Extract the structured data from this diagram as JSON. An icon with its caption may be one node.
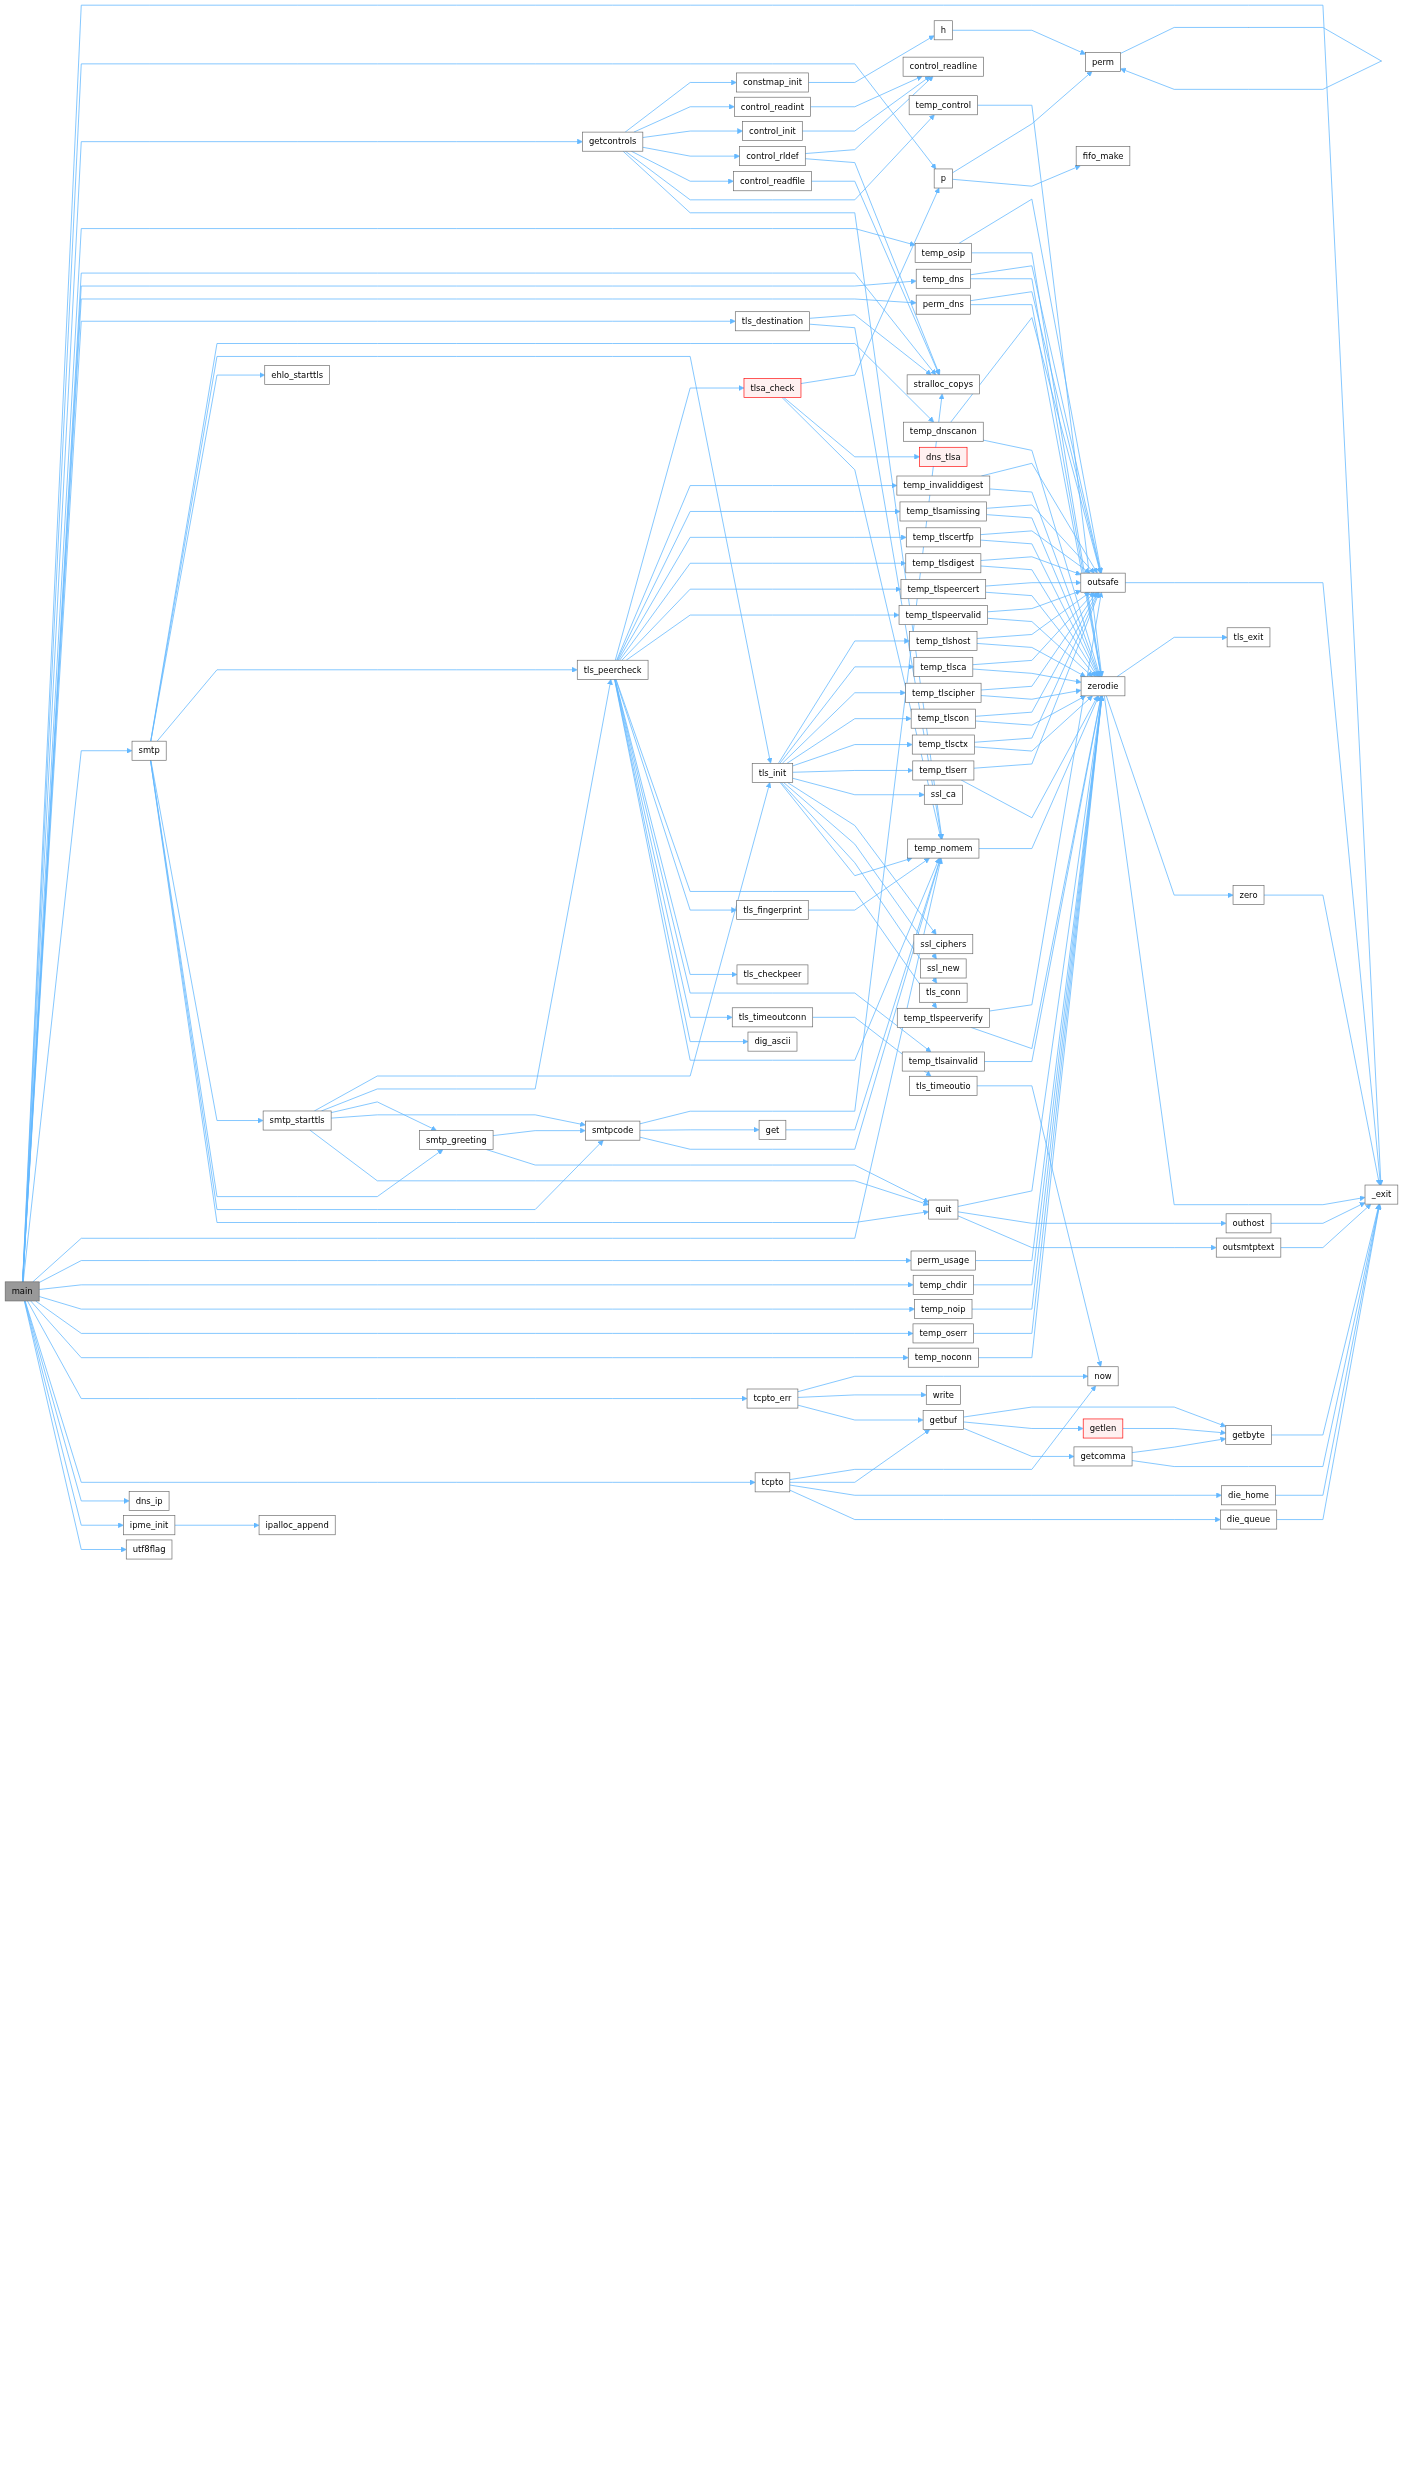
{
  "diagram": {
    "nodes": [
      {
        "text": [
          "main"
        ]
      },
      {
        "text": [
          "getcontrols"
        ]
      },
      {
        "text": [
          "smtp"
        ]
      },
      {
        "text": [
          "ehlo_starttls"
        ]
      },
      {
        "text": [
          "smtp_starttls"
        ]
      },
      {
        "text": [
          "perm_usage"
        ]
      },
      {
        "text": [
          "temp_chdir"
        ]
      },
      {
        "text": [
          "temp_noip"
        ]
      },
      {
        "text": [
          "temp_oserr"
        ]
      },
      {
        "text": [
          "temp_noconn"
        ]
      },
      {
        "text": [
          "dns_ip"
        ]
      },
      {
        "text": [
          "ipme_init"
        ]
      },
      {
        "text": [
          "utf8flag"
        ]
      },
      {
        "text": [
          "constmap_init"
        ]
      },
      {
        "text": [
          "control_readint"
        ]
      },
      {
        "text": [
          "control_init"
        ]
      },
      {
        "text": [
          "control_rldef"
        ]
      },
      {
        "text": [
          "control_readfile"
        ]
      },
      {
        "text": [
          "tls_destination"
        ]
      },
      {
        "text": [
          "tls_peercheck"
        ]
      },
      {
        "text": [
          "temp_control"
        ]
      },
      {
        "text": [
          "smtp_greeting"
        ]
      },
      {
        "text": [
          "smtpcode"
        ]
      },
      {
        "text": [
          "quit"
        ]
      },
      {
        "text": [
          "ipalloc_append"
        ]
      },
      {
        "text": [
          "h"
        ]
      },
      {
        "text": [
          "control_readline"
        ]
      },
      {
        "text": [
          "stralloc_copys"
        ]
      },
      {
        "text": [
          "p"
        ]
      },
      {
        "text": [
          "tls_init"
        ]
      },
      {
        "text": [
          "tlsa_check"
        ]
      },
      {
        "text": [
          "tls_fingerprint"
        ]
      },
      {
        "text": [
          "tls_checkpeer"
        ]
      },
      {
        "text": [
          "temp_tlsainvalid"
        ]
      },
      {
        "text": [
          "get"
        ]
      },
      {
        "text": [
          "tcpto_err"
        ]
      },
      {
        "text": [
          "tcpto"
        ]
      },
      {
        "text": [
          "perm"
        ]
      },
      {
        "text": [
          "fifo_make"
        ]
      },
      {
        "text": [
          "temp_osip"
        ]
      },
      {
        "text": [
          "temp_dns"
        ]
      },
      {
        "text": [
          "perm_dns"
        ]
      },
      {
        "text": [
          "temp_dnscanon"
        ]
      },
      {
        "text": [
          "temp_tlshost"
        ]
      },
      {
        "text": [
          "temp_tlsca"
        ]
      },
      {
        "text": [
          "temp_tlscipher"
        ]
      },
      {
        "text": [
          "temp_tlscon"
        ]
      },
      {
        "text": [
          "temp_tlsctx"
        ]
      },
      {
        "text": [
          "temp_tlserr"
        ]
      },
      {
        "text": [
          "ssl_ca"
        ]
      },
      {
        "text": [
          "ssl_ciphers"
        ]
      },
      {
        "text": [
          "ssl_new"
        ]
      },
      {
        "text": [
          "tls_conn"
        ]
      },
      {
        "text": [
          "temp_invaliddigest"
        ]
      },
      {
        "text": [
          "temp_tlsamissing"
        ]
      },
      {
        "text": [
          "temp_tlscertfp"
        ]
      },
      {
        "text": [
          "dns_tlsa"
        ]
      },
      {
        "text": [
          "temp_tlsdigest"
        ]
      },
      {
        "text": [
          "temp_tlspeercert"
        ]
      },
      {
        "text": [
          "temp_tlspeervalid"
        ]
      },
      {
        "text": [
          "temp_tlspeerverify"
        ]
      },
      {
        "text": [
          "tls_timeoutconn"
        ]
      },
      {
        "text": [
          "dig_ascii"
        ]
      },
      {
        "text": [
          "temp_nomem"
        ]
      },
      {
        "text": [
          "write"
        ]
      },
      {
        "text": [
          "getbuf"
        ]
      },
      {
        "text": [
          "tls_timeoutio"
        ]
      },
      {
        "text": [
          "getlen"
        ]
      },
      {
        "text": [
          "getcomma"
        ]
      },
      {
        "text": [
          "outsafe"
        ]
      },
      {
        "text": [
          "zerodie"
        ]
      },
      {
        "text": [
          "outhost"
        ]
      },
      {
        "text": [
          "outsmtptext"
        ]
      },
      {
        "text": [
          "now"
        ]
      },
      {
        "text": [
          "getbyte"
        ]
      },
      {
        "text": [
          "die_home"
        ]
      },
      {
        "text": [
          "die_queue"
        ]
      },
      {
        "text": [
          "tls_exit"
        ]
      },
      {
        "text": [
          "zero"
        ]
      },
      {
        "text": [
          "_exit"
        ]
      }
    ],
    "edges": [
      {
        "from": 0,
        "to": 79,
        "arrow": "to"
      },
      {
        "from": 0,
        "to": 28,
        "arrow": "to"
      },
      {
        "from": 0,
        "to": 1,
        "arrow": "to"
      },
      {
        "from": 0,
        "to": 39,
        "arrow": "to"
      },
      {
        "from": 0,
        "to": 27,
        "arrow": "to"
      },
      {
        "from": 0,
        "to": 40,
        "arrow": "to"
      },
      {
        "from": 0,
        "to": 41,
        "arrow": "to"
      },
      {
        "from": 0,
        "to": 18,
        "arrow": "to"
      },
      {
        "from": 0,
        "to": 2,
        "arrow": "to"
      },
      {
        "from": 0,
        "to": 63,
        "arrow": "to"
      },
      {
        "from": 0,
        "to": 5,
        "arrow": "to"
      },
      {
        "from": 0,
        "to": 6,
        "arrow": "to"
      },
      {
        "from": 0,
        "to": 7,
        "arrow": "to"
      },
      {
        "from": 0,
        "to": 8,
        "arrow": "to"
      },
      {
        "from": 0,
        "to": 9,
        "arrow": "to"
      },
      {
        "from": 0,
        "to": 35,
        "arrow": "to"
      },
      {
        "from": 0,
        "to": 36,
        "arrow": "to"
      },
      {
        "from": 0,
        "to": 10,
        "arrow": "to"
      },
      {
        "from": 0,
        "to": 11,
        "arrow": "to"
      },
      {
        "from": 0,
        "to": 12,
        "arrow": "to"
      },
      {
        "from": 1,
        "to": 13,
        "arrow": "to"
      },
      {
        "from": 1,
        "to": 14,
        "arrow": "to"
      },
      {
        "from": 1,
        "to": 15,
        "arrow": "to"
      },
      {
        "from": 1,
        "to": 16,
        "arrow": "to"
      },
      {
        "from": 1,
        "to": 17,
        "arrow": "to"
      },
      {
        "from": 1,
        "to": 20,
        "arrow": "to"
      },
      {
        "from": 1,
        "to": 63,
        "arrow": "to"
      },
      {
        "from": 13,
        "to": 25,
        "arrow": "to"
      },
      {
        "from": 25,
        "to": 37,
        "arrow": "to"
      },
      {
        "from": 37,
        "to": 37,
        "arrow": "to"
      },
      {
        "from": 28,
        "to": 37,
        "arrow": "to"
      },
      {
        "from": 28,
        "to": 38,
        "arrow": "to"
      },
      {
        "from": 14,
        "to": 26,
        "arrow": "to"
      },
      {
        "from": 15,
        "to": 26,
        "arrow": "to"
      },
      {
        "from": 16,
        "to": 26,
        "arrow": "to"
      },
      {
        "from": 16,
        "to": 27,
        "arrow": "to"
      },
      {
        "from": 17,
        "to": 27,
        "arrow": "to"
      },
      {
        "from": 18,
        "to": 27,
        "arrow": "to"
      },
      {
        "from": 18,
        "to": 63,
        "arrow": "to"
      },
      {
        "from": 2,
        "to": 42,
        "arrow": "to"
      },
      {
        "from": 2,
        "to": 29,
        "arrow": "to"
      },
      {
        "from": 2,
        "to": 3,
        "arrow": "to"
      },
      {
        "from": 2,
        "to": 19,
        "arrow": "to"
      },
      {
        "from": 2,
        "to": 4,
        "arrow": "to"
      },
      {
        "from": 2,
        "to": 21,
        "arrow": "to"
      },
      {
        "from": 2,
        "to": 22,
        "arrow": "to"
      },
      {
        "from": 2,
        "to": 23,
        "arrow": "to"
      },
      {
        "from": 4,
        "to": 29,
        "arrow": "to"
      },
      {
        "from": 4,
        "to": 19,
        "arrow": "to"
      },
      {
        "from": 4,
        "to": 21,
        "arrow": "to"
      },
      {
        "from": 4,
        "to": 22,
        "arrow": "to"
      },
      {
        "from": 4,
        "to": 23,
        "arrow": "to"
      },
      {
        "from": 21,
        "to": 22,
        "arrow": "to"
      },
      {
        "from": 21,
        "to": 23,
        "arrow": "to"
      },
      {
        "from": 22,
        "to": 27,
        "arrow": "to"
      },
      {
        "from": 22,
        "to": 34,
        "arrow": "to"
      },
      {
        "from": 22,
        "to": 63,
        "arrow": "to"
      },
      {
        "from": 34,
        "to": 63,
        "arrow": "to"
      },
      {
        "from": 23,
        "to": 70,
        "arrow": "to"
      },
      {
        "from": 23,
        "to": 71,
        "arrow": "to"
      },
      {
        "from": 23,
        "to": 72,
        "arrow": "to"
      },
      {
        "from": 29,
        "to": 43,
        "arrow": "to"
      },
      {
        "from": 29,
        "to": 44,
        "arrow": "to"
      },
      {
        "from": 29,
        "to": 45,
        "arrow": "to"
      },
      {
        "from": 29,
        "to": 46,
        "arrow": "to"
      },
      {
        "from": 29,
        "to": 47,
        "arrow": "to"
      },
      {
        "from": 29,
        "to": 48,
        "arrow": "to"
      },
      {
        "from": 29,
        "to": 49,
        "arrow": "to"
      },
      {
        "from": 29,
        "to": 50,
        "arrow": "to"
      },
      {
        "from": 29,
        "to": 51,
        "arrow": "to"
      },
      {
        "from": 29,
        "to": 52,
        "arrow": "to"
      },
      {
        "from": 29,
        "to": 63,
        "arrow": "to"
      },
      {
        "from": 19,
        "to": 30,
        "arrow": "to"
      },
      {
        "from": 19,
        "to": 53,
        "arrow": "to"
      },
      {
        "from": 19,
        "to": 54,
        "arrow": "to"
      },
      {
        "from": 19,
        "to": 55,
        "arrow": "to"
      },
      {
        "from": 19,
        "to": 57,
        "arrow": "to"
      },
      {
        "from": 19,
        "to": 58,
        "arrow": "to"
      },
      {
        "from": 19,
        "to": 59,
        "arrow": "to"
      },
      {
        "from": 19,
        "to": 60,
        "arrow": "to"
      },
      {
        "from": 19,
        "to": 31,
        "arrow": "to"
      },
      {
        "from": 19,
        "to": 32,
        "arrow": "to"
      },
      {
        "from": 19,
        "to": 33,
        "arrow": "to"
      },
      {
        "from": 19,
        "to": 61,
        "arrow": "to"
      },
      {
        "from": 19,
        "to": 62,
        "arrow": "to"
      },
      {
        "from": 19,
        "to": 63,
        "arrow": "to"
      },
      {
        "from": 30,
        "to": 28,
        "arrow": "to"
      },
      {
        "from": 30,
        "to": 56,
        "arrow": "to"
      },
      {
        "from": 30,
        "to": 63,
        "arrow": "to"
      },
      {
        "from": 31,
        "to": 63,
        "arrow": "to"
      },
      {
        "from": 61,
        "to": 66,
        "arrow": "to"
      },
      {
        "from": 33,
        "to": 70,
        "arrow": "to"
      },
      {
        "from": 20,
        "to": 70,
        "arrow": "to"
      },
      {
        "from": 39,
        "to": 69,
        "arrow": "to"
      },
      {
        "from": 39,
        "to": 70,
        "arrow": "to"
      },
      {
        "from": 40,
        "to": 69,
        "arrow": "to"
      },
      {
        "from": 40,
        "to": 70,
        "arrow": "to"
      },
      {
        "from": 41,
        "to": 69,
        "arrow": "to"
      },
      {
        "from": 41,
        "to": 70,
        "arrow": "to"
      },
      {
        "from": 42,
        "to": 69,
        "arrow": "to"
      },
      {
        "from": 42,
        "to": 70,
        "arrow": "to"
      },
      {
        "from": 43,
        "to": 69,
        "arrow": "to"
      },
      {
        "from": 43,
        "to": 70,
        "arrow": "to"
      },
      {
        "from": 44,
        "to": 69,
        "arrow": "to"
      },
      {
        "from": 44,
        "to": 70,
        "arrow": "to"
      },
      {
        "from": 45,
        "to": 69,
        "arrow": "to"
      },
      {
        "from": 45,
        "to": 70,
        "arrow": "to"
      },
      {
        "from": 46,
        "to": 69,
        "arrow": "to"
      },
      {
        "from": 46,
        "to": 70,
        "arrow": "to"
      },
      {
        "from": 47,
        "to": 69,
        "arrow": "to"
      },
      {
        "from": 47,
        "to": 70,
        "arrow": "to"
      },
      {
        "from": 48,
        "to": 69,
        "arrow": "to"
      },
      {
        "from": 48,
        "to": 70,
        "arrow": "to"
      },
      {
        "from": 53,
        "to": 69,
        "arrow": "to"
      },
      {
        "from": 53,
        "to": 70,
        "arrow": "to"
      },
      {
        "from": 54,
        "to": 69,
        "arrow": "to"
      },
      {
        "from": 54,
        "to": 70,
        "arrow": "to"
      },
      {
        "from": 55,
        "to": 69,
        "arrow": "to"
      },
      {
        "from": 55,
        "to": 70,
        "arrow": "to"
      },
      {
        "from": 57,
        "to": 69,
        "arrow": "to"
      },
      {
        "from": 57,
        "to": 70,
        "arrow": "to"
      },
      {
        "from": 58,
        "to": 69,
        "arrow": "to"
      },
      {
        "from": 58,
        "to": 70,
        "arrow": "to"
      },
      {
        "from": 59,
        "to": 69,
        "arrow": "to"
      },
      {
        "from": 59,
        "to": 70,
        "arrow": "to"
      },
      {
        "from": 60,
        "to": 69,
        "arrow": "to"
      },
      {
        "from": 60,
        "to": 70,
        "arrow": "to"
      },
      {
        "from": 63,
        "to": 70,
        "arrow": "to"
      },
      {
        "from": 5,
        "to": 70,
        "arrow": "to"
      },
      {
        "from": 6,
        "to": 70,
        "arrow": "to"
      },
      {
        "from": 7,
        "to": 70,
        "arrow": "to"
      },
      {
        "from": 8,
        "to": 70,
        "arrow": "to"
      },
      {
        "from": 9,
        "to": 70,
        "arrow": "to"
      },
      {
        "from": 69,
        "to": 79,
        "arrow": "to"
      },
      {
        "from": 70,
        "to": 77,
        "arrow": "to"
      },
      {
        "from": 70,
        "to": 78,
        "arrow": "to"
      },
      {
        "from": 70,
        "to": 79,
        "arrow": "to"
      },
      {
        "from": 78,
        "to": 79,
        "arrow": "to"
      },
      {
        "from": 71,
        "to": 79,
        "arrow": "to"
      },
      {
        "from": 72,
        "to": 79,
        "arrow": "to"
      },
      {
        "from": 66,
        "to": 73,
        "arrow": "to"
      },
      {
        "from": 35,
        "to": 73,
        "arrow": "to"
      },
      {
        "from": 35,
        "to": 64,
        "arrow": "to"
      },
      {
        "from": 35,
        "to": 65,
        "arrow": "to"
      },
      {
        "from": 36,
        "to": 73,
        "arrow": "to"
      },
      {
        "from": 36,
        "to": 65,
        "arrow": "to"
      },
      {
        "from": 36,
        "to": 75,
        "arrow": "to"
      },
      {
        "from": 36,
        "to": 76,
        "arrow": "to"
      },
      {
        "from": 65,
        "to": 74,
        "arrow": "to"
      },
      {
        "from": 65,
        "to": 67,
        "arrow": "to"
      },
      {
        "from": 65,
        "to": 68,
        "arrow": "to"
      },
      {
        "from": 67,
        "to": 74,
        "arrow": "to"
      },
      {
        "from": 68,
        "to": 74,
        "arrow": "to"
      },
      {
        "from": 68,
        "to": 79,
        "arrow": "to"
      },
      {
        "from": 74,
        "to": 79,
        "arrow": "to"
      },
      {
        "from": 75,
        "to": 79,
        "arrow": "to"
      },
      {
        "from": 76,
        "to": 79,
        "arrow": "to"
      },
      {
        "from": 11,
        "to": 24,
        "arrow": "to"
      }
    ]
  }
}
